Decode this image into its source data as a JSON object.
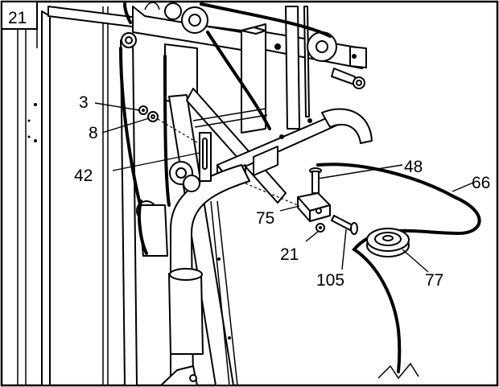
{
  "step_number": "21",
  "callouts": {
    "c3": "3",
    "c8": "8",
    "c42": "42",
    "c48": "48",
    "c66": "66",
    "c75": "75",
    "c21": "21",
    "c105": "105",
    "c77": "77"
  }
}
